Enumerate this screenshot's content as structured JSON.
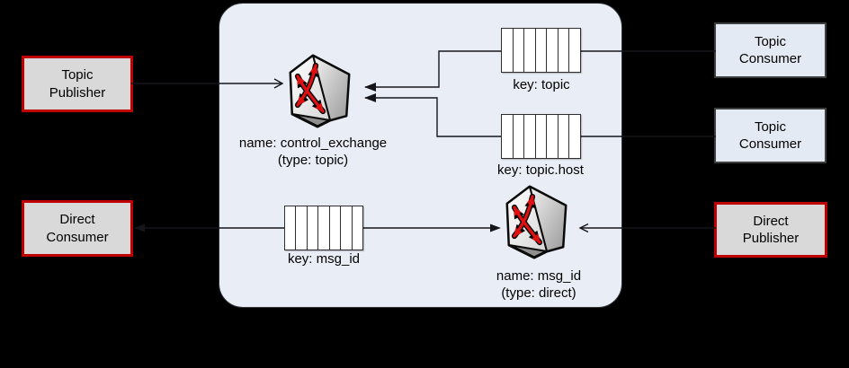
{
  "diagram": {
    "title_hint": "AMQP broker with topic and direct exchanges",
    "colors": {
      "background": "#000000",
      "container_fill": "#e9eef6",
      "container_border": "#2e3338",
      "publisher_fill": "#d9d9d9",
      "publisher_border": "#c00000",
      "consumer_fill": "#e4eaf4",
      "consumer_border": "#3f3f3f",
      "queue_fill": "#ffffff",
      "queue_border": "#2f2f2f",
      "connector": "#16161a",
      "exchange_red": "#dd1111"
    },
    "external_nodes": {
      "topic_publisher": {
        "label": "Topic\nPublisher"
      },
      "direct_consumer": {
        "label": "Direct\nConsumer"
      },
      "topic_consumer_1": {
        "label": "Topic\nConsumer"
      },
      "topic_consumer_2": {
        "label": "Topic\nConsumer"
      },
      "direct_publisher": {
        "label": "Direct\nPublisher"
      }
    },
    "exchanges": {
      "control_exchange": {
        "name_label": "name: control_exchange",
        "type_label": "(type: topic)"
      },
      "direct_exchange": {
        "name_label": "name: msg_id",
        "type_label": "(type: direct)"
      }
    },
    "queues": {
      "topic_queue": {
        "label": "key: topic",
        "cells": 7
      },
      "topic_host_queue": {
        "label": "key: topic.host",
        "cells": 7
      },
      "msg_id_queue": {
        "label": "key: msg_id",
        "cells": 7
      }
    },
    "connections": [
      {
        "from": "topic_publisher",
        "to": "control_exchange",
        "style": "open-arrow"
      },
      {
        "from": "topic_queue",
        "to": "control_exchange",
        "style": "solid-arrow"
      },
      {
        "from": "topic_host_queue",
        "to": "control_exchange",
        "style": "solid-arrow"
      },
      {
        "from": "topic_queue",
        "to": "topic_consumer_1",
        "style": "line"
      },
      {
        "from": "topic_host_queue",
        "to": "topic_consumer_2",
        "style": "line"
      },
      {
        "from": "msg_id_queue",
        "to": "direct_consumer",
        "style": "solid-arrow"
      },
      {
        "from": "msg_id_queue",
        "to": "direct_exchange",
        "style": "solid-arrow"
      },
      {
        "from": "direct_publisher",
        "to": "direct_exchange",
        "style": "open-arrow"
      }
    ]
  }
}
